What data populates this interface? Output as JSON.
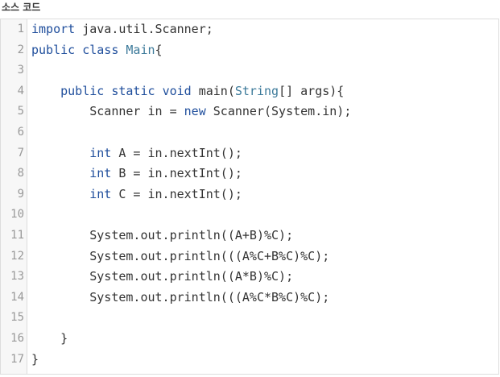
{
  "header": {
    "title": "소스 코드"
  },
  "code": {
    "lines": [
      {
        "num": "1",
        "tokens": [
          {
            "t": "import",
            "c": "kw"
          },
          {
            "t": " java.util.Scanner;",
            "c": ""
          }
        ]
      },
      {
        "num": "2",
        "tokens": [
          {
            "t": "public",
            "c": "kw"
          },
          {
            "t": " ",
            "c": ""
          },
          {
            "t": "class",
            "c": "kw"
          },
          {
            "t": " ",
            "c": ""
          },
          {
            "t": "Main",
            "c": "typ"
          },
          {
            "t": "{",
            "c": ""
          }
        ]
      },
      {
        "num": "3",
        "tokens": []
      },
      {
        "num": "4",
        "tokens": [
          {
            "t": "    ",
            "c": ""
          },
          {
            "t": "public",
            "c": "kw"
          },
          {
            "t": " ",
            "c": ""
          },
          {
            "t": "static",
            "c": "kw"
          },
          {
            "t": " ",
            "c": ""
          },
          {
            "t": "void",
            "c": "kw"
          },
          {
            "t": " main(",
            "c": ""
          },
          {
            "t": "String",
            "c": "typ"
          },
          {
            "t": "[] args){",
            "c": ""
          }
        ]
      },
      {
        "num": "5",
        "tokens": [
          {
            "t": "        Scanner in = ",
            "c": ""
          },
          {
            "t": "new",
            "c": "kw"
          },
          {
            "t": " Scanner(System.in);",
            "c": ""
          }
        ]
      },
      {
        "num": "6",
        "tokens": []
      },
      {
        "num": "7",
        "tokens": [
          {
            "t": "        ",
            "c": ""
          },
          {
            "t": "int",
            "c": "kw"
          },
          {
            "t": " A = in.nextInt();",
            "c": ""
          }
        ]
      },
      {
        "num": "8",
        "tokens": [
          {
            "t": "        ",
            "c": ""
          },
          {
            "t": "int",
            "c": "kw"
          },
          {
            "t": " B = in.nextInt();",
            "c": ""
          }
        ]
      },
      {
        "num": "9",
        "tokens": [
          {
            "t": "        ",
            "c": ""
          },
          {
            "t": "int",
            "c": "kw"
          },
          {
            "t": " C = in.nextInt();",
            "c": ""
          }
        ]
      },
      {
        "num": "10",
        "tokens": []
      },
      {
        "num": "11",
        "tokens": [
          {
            "t": "        System.out.println((A+B)%C);",
            "c": ""
          }
        ]
      },
      {
        "num": "12",
        "tokens": [
          {
            "t": "        System.out.println(((A%C+B%C)%C);",
            "c": ""
          }
        ]
      },
      {
        "num": "13",
        "tokens": [
          {
            "t": "        System.out.println((A*B)%C);",
            "c": ""
          }
        ]
      },
      {
        "num": "14",
        "tokens": [
          {
            "t": "        System.out.println(((A%C*B%C)%C);",
            "c": ""
          }
        ]
      },
      {
        "num": "15",
        "tokens": []
      },
      {
        "num": "16",
        "tokens": [
          {
            "t": "    }",
            "c": ""
          }
        ]
      },
      {
        "num": "17",
        "tokens": [
          {
            "t": "}",
            "c": ""
          }
        ]
      }
    ]
  },
  "colors": {
    "keyword": "#1f4e9c",
    "type": "#3c7a9a",
    "text": "#333333",
    "line_number": "#999999",
    "gutter_bg": "#f7f7f7",
    "border": "#dddddd"
  }
}
